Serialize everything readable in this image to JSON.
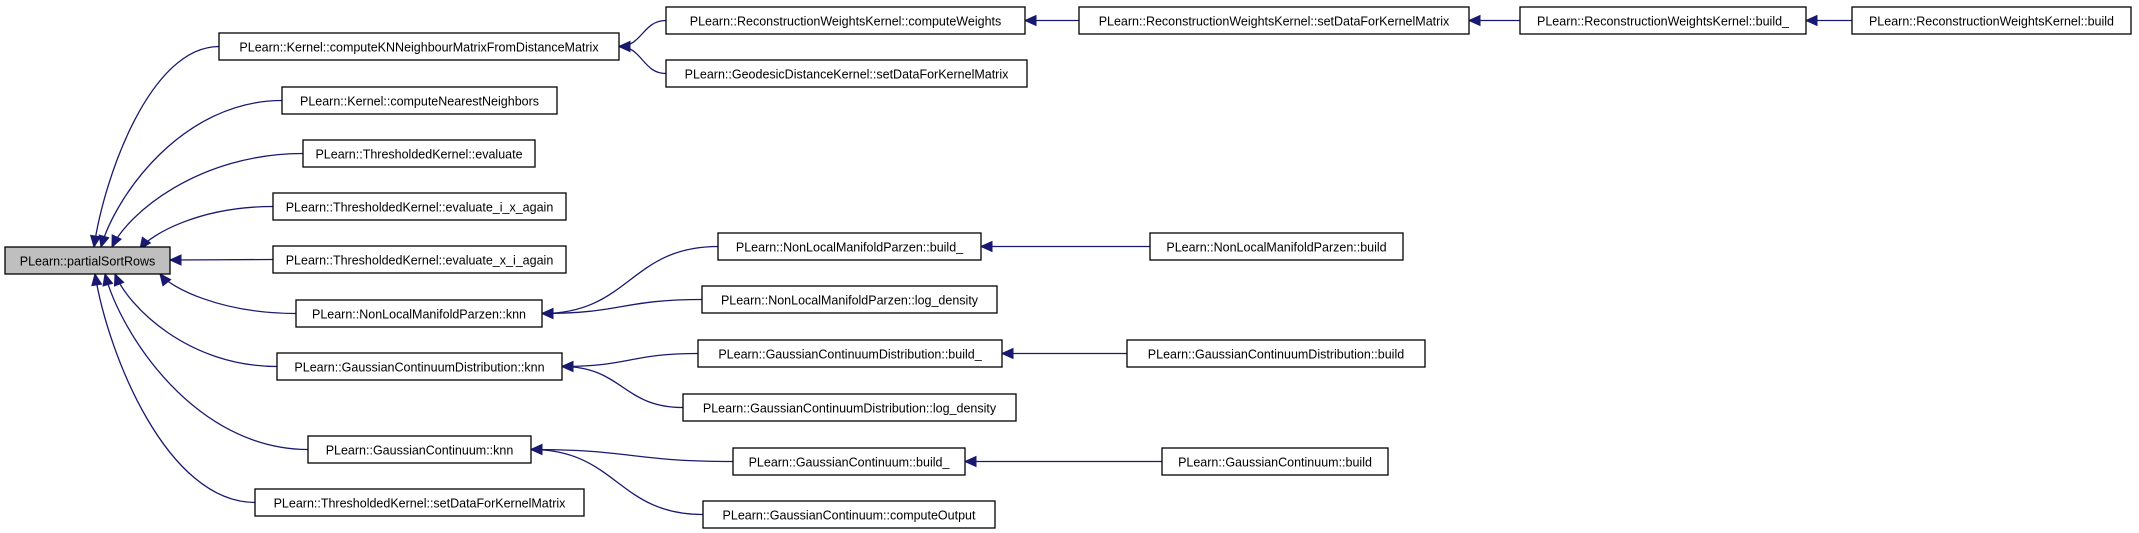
{
  "graph": {
    "nodes": [
      {
        "id": "partialSortRows",
        "label": "PLearn::partialSortRows",
        "root": true
      },
      {
        "id": "computeKNN",
        "label": "PLearn::Kernel::computeKNNeighbourMatrixFromDistanceMatrix"
      },
      {
        "id": "computeNearestNeighbors",
        "label": "PLearn::Kernel::computeNearestNeighbors"
      },
      {
        "id": "thrEvaluate",
        "label": "PLearn::ThresholdedKernel::evaluate"
      },
      {
        "id": "thrEvalIX",
        "label": "PLearn::ThresholdedKernel::evaluate_i_x_again"
      },
      {
        "id": "thrEvalXI",
        "label": "PLearn::ThresholdedKernel::evaluate_x_i_again"
      },
      {
        "id": "nlmpKnn",
        "label": "PLearn::NonLocalManifoldParzen::knn"
      },
      {
        "id": "gcdKnn",
        "label": "PLearn::GaussianContinuumDistribution::knn"
      },
      {
        "id": "gcKnn",
        "label": "PLearn::GaussianContinuum::knn"
      },
      {
        "id": "thrSetData",
        "label": "PLearn::ThresholdedKernel::setDataForKernelMatrix"
      },
      {
        "id": "rwComputeWeights",
        "label": "PLearn::ReconstructionWeightsKernel::computeWeights"
      },
      {
        "id": "gdSetData",
        "label": "PLearn::GeodesicDistanceKernel::setDataForKernelMatrix"
      },
      {
        "id": "nlmpBuild_",
        "label": "PLearn::NonLocalManifoldParzen::build_"
      },
      {
        "id": "nlmpLogDensity",
        "label": "PLearn::NonLocalManifoldParzen::log_density"
      },
      {
        "id": "gcdBuild_",
        "label": "PLearn::GaussianContinuumDistribution::build_"
      },
      {
        "id": "gcdLogDensity",
        "label": "PLearn::GaussianContinuumDistribution::log_density"
      },
      {
        "id": "gcBuild_",
        "label": "PLearn::GaussianContinuum::build_"
      },
      {
        "id": "gcComputeOutput",
        "label": "PLearn::GaussianContinuum::computeOutput"
      },
      {
        "id": "rwSetData",
        "label": "PLearn::ReconstructionWeightsKernel::setDataForKernelMatrix"
      },
      {
        "id": "nlmpBuild",
        "label": "PLearn::NonLocalManifoldParzen::build"
      },
      {
        "id": "gcdBuild",
        "label": "PLearn::GaussianContinuumDistribution::build"
      },
      {
        "id": "gcBuild",
        "label": "PLearn::GaussianContinuum::build"
      },
      {
        "id": "rwBuild_",
        "label": "PLearn::ReconstructionWeightsKernel::build_"
      },
      {
        "id": "rwBuild",
        "label": "PLearn::ReconstructionWeightsKernel::build"
      }
    ],
    "edges": [
      {
        "from": "computeKNN",
        "to": "partialSortRows"
      },
      {
        "from": "computeNearestNeighbors",
        "to": "partialSortRows"
      },
      {
        "from": "thrEvaluate",
        "to": "partialSortRows"
      },
      {
        "from": "thrEvalIX",
        "to": "partialSortRows"
      },
      {
        "from": "thrEvalXI",
        "to": "partialSortRows"
      },
      {
        "from": "nlmpKnn",
        "to": "partialSortRows"
      },
      {
        "from": "gcdKnn",
        "to": "partialSortRows"
      },
      {
        "from": "gcKnn",
        "to": "partialSortRows"
      },
      {
        "from": "thrSetData",
        "to": "partialSortRows"
      },
      {
        "from": "rwComputeWeights",
        "to": "computeKNN"
      },
      {
        "from": "gdSetData",
        "to": "computeKNN"
      },
      {
        "from": "nlmpBuild_",
        "to": "nlmpKnn"
      },
      {
        "from": "nlmpLogDensity",
        "to": "nlmpKnn"
      },
      {
        "from": "gcdBuild_",
        "to": "gcdKnn"
      },
      {
        "from": "gcdLogDensity",
        "to": "gcdKnn"
      },
      {
        "from": "gcBuild_",
        "to": "gcKnn"
      },
      {
        "from": "gcComputeOutput",
        "to": "gcKnn"
      },
      {
        "from": "rwSetData",
        "to": "rwComputeWeights"
      },
      {
        "from": "nlmpBuild",
        "to": "nlmpBuild_"
      },
      {
        "from": "gcdBuild",
        "to": "gcdBuild_"
      },
      {
        "from": "gcBuild",
        "to": "gcBuild_"
      },
      {
        "from": "rwBuild_",
        "to": "rwSetData"
      },
      {
        "from": "rwBuild",
        "to": "rwBuild_"
      }
    ]
  }
}
